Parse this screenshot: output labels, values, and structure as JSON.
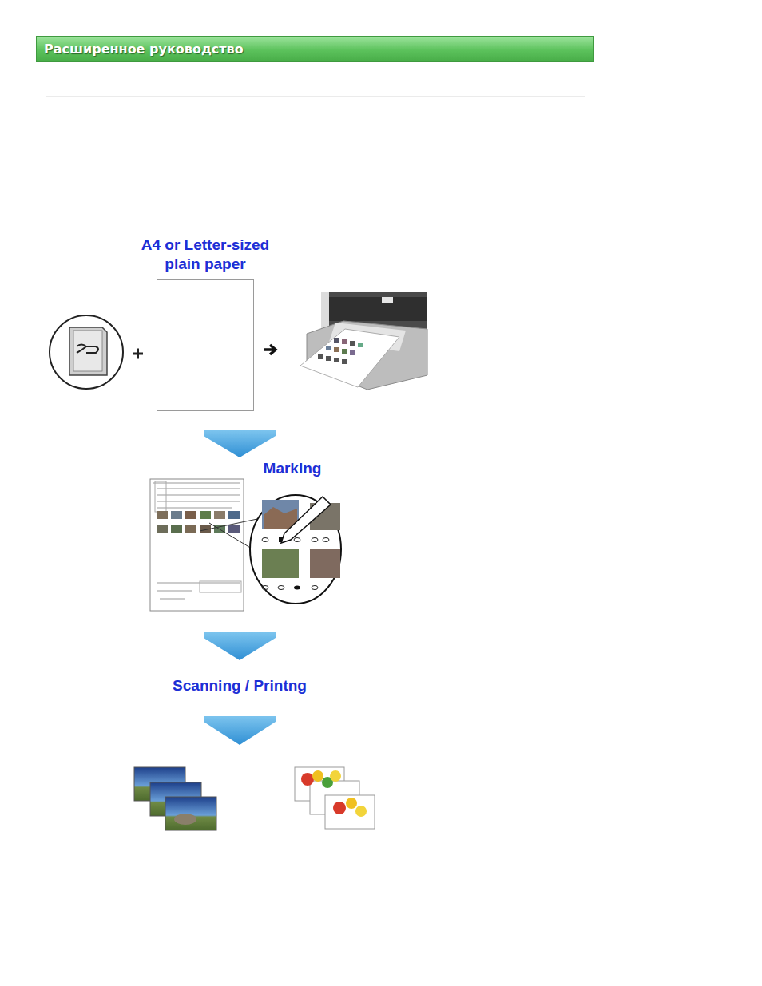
{
  "diagram": {
    "title": "Расширенное руководство",
    "nodes": [
      {
        "text": [
          "A4 or Letter-sized plain paper"
        ]
      }
    ],
    "labels": [
      "Marking",
      "Scanning / Printng"
    ]
  }
}
